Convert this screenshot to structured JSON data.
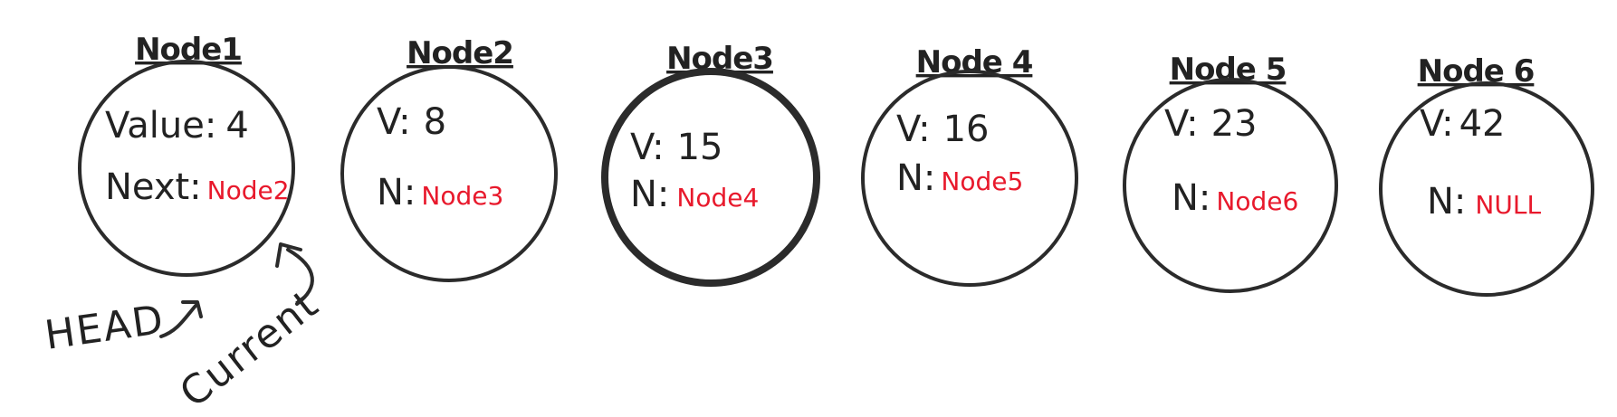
{
  "colors": {
    "ink": "#222222",
    "pointer": "#e8192c",
    "background": "#ffffff"
  },
  "nodes": [
    {
      "title": "Node1",
      "value_label": "Value:",
      "value": "4",
      "next_label": "Next:",
      "next": "Node2"
    },
    {
      "title": "Node2",
      "value_label": "V:",
      "value": "8",
      "next_label": "N:",
      "next": "Node3"
    },
    {
      "title": "Node3",
      "value_label": "V:",
      "value": "15",
      "next_label": "N:",
      "next": "Node4"
    },
    {
      "title": "Node 4",
      "value_label": "V:",
      "value": "16",
      "next_label": "N:",
      "next": "Node5"
    },
    {
      "title": "Node 5",
      "value_label": "V:",
      "value": "23",
      "next_label": "N:",
      "next": "Node6"
    },
    {
      "title": "Node 6",
      "value_label": "V:",
      "value": "42",
      "next_label": "N:",
      "next": "NULL"
    }
  ],
  "pointers": {
    "head": "HEAD",
    "current": "Current"
  }
}
